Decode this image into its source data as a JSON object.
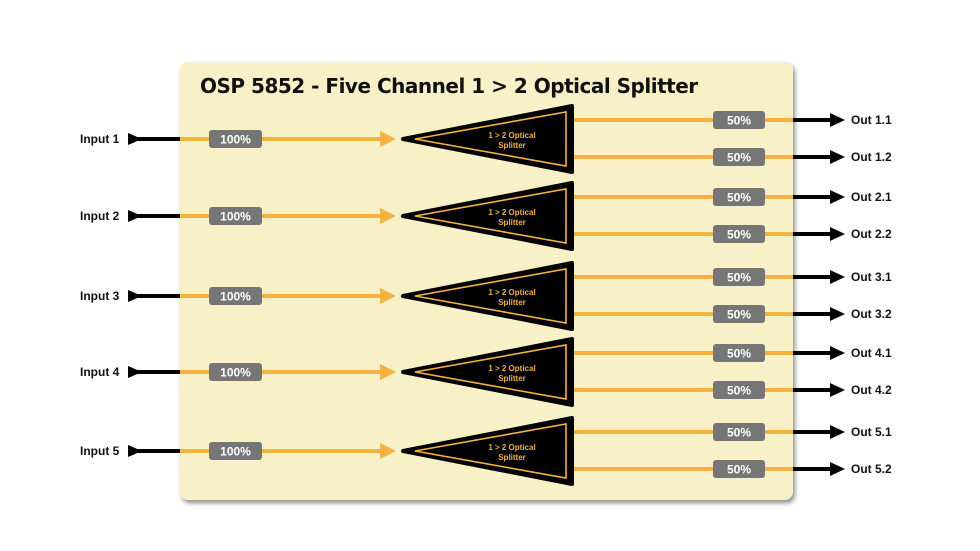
{
  "title": "OSP 5852 - Five Channel 1 > 2 Optical Splitter",
  "colors": {
    "fiber": "#f5b240",
    "badge": "#767676",
    "panel": "#f8f1c8",
    "splitter_fill": "#000000",
    "splitter_border": "#f5b240"
  },
  "channels": [
    {
      "input": "Input 1",
      "input_level": "100%",
      "splitter": [
        "1 > 2 Optical",
        "Splitter"
      ],
      "outputs": [
        {
          "label": "Out 1.1",
          "level": "50%"
        },
        {
          "label": "Out 1.2",
          "level": "50%"
        }
      ]
    },
    {
      "input": "Input 2",
      "input_level": "100%",
      "splitter": [
        "1 > 2 Optical",
        "Splitter"
      ],
      "outputs": [
        {
          "label": "Out 2.1",
          "level": "50%"
        },
        {
          "label": "Out 2.2",
          "level": "50%"
        }
      ]
    },
    {
      "input": "Input 3",
      "input_level": "100%",
      "splitter": [
        "1 > 2 Optical",
        "Splitter"
      ],
      "outputs": [
        {
          "label": "Out 3.1",
          "level": "50%"
        },
        {
          "label": "Out 3.2",
          "level": "50%"
        }
      ]
    },
    {
      "input": "Input 4",
      "input_level": "100%",
      "splitter": [
        "1 > 2 Optical",
        "Splitter"
      ],
      "outputs": [
        {
          "label": "Out 4.1",
          "level": "50%"
        },
        {
          "label": "Out 4.2",
          "level": "50%"
        }
      ]
    },
    {
      "input": "Input 5",
      "input_level": "100%",
      "splitter": [
        "1 > 2 Optical",
        "Splitter"
      ],
      "outputs": [
        {
          "label": "Out 5.1",
          "level": "50%"
        },
        {
          "label": "Out 5.2",
          "level": "50%"
        }
      ]
    }
  ]
}
